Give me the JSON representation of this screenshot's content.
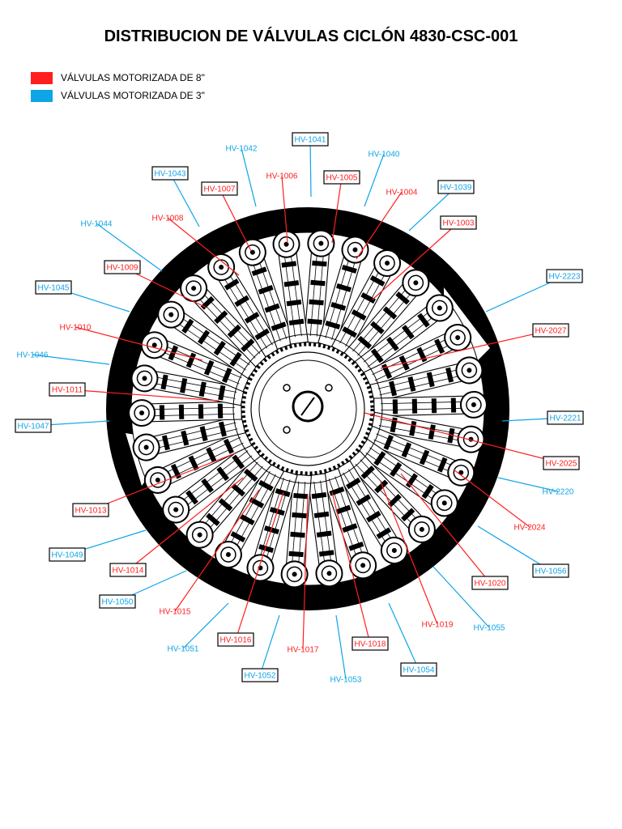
{
  "title": "DISTRIBUCION DE VÁLVULAS CICLÓN 4830-CSC-001",
  "colors": {
    "red": "#ff1f1f",
    "blue": "#0ea5e6",
    "dark": "#000000"
  },
  "legend": [
    {
      "label": "VÁLVULAS MOTORIZADA DE 8\"",
      "color": "#ff1f1f"
    },
    {
      "label": "VÁLVULAS MOTORIZADA DE 3\"",
      "color": "#0ea5e6"
    }
  ],
  "valves": [
    {
      "tag": "HV-1041",
      "type": "blue",
      "boxed": true
    },
    {
      "tag": "HV-1042",
      "type": "blue",
      "boxed": false
    },
    {
      "tag": "HV-1040",
      "type": "blue",
      "boxed": false
    },
    {
      "tag": "HV-1043",
      "type": "blue",
      "boxed": true
    },
    {
      "tag": "HV-1006",
      "type": "red",
      "boxed": false
    },
    {
      "tag": "HV-1005",
      "type": "red",
      "boxed": true
    },
    {
      "tag": "HV-1007",
      "type": "red",
      "boxed": true
    },
    {
      "tag": "HV-1004",
      "type": "red",
      "boxed": false
    },
    {
      "tag": "HV-1039",
      "type": "blue",
      "boxed": true
    },
    {
      "tag": "HV-1003",
      "type": "red",
      "boxed": true
    },
    {
      "tag": "HV-1008",
      "type": "red",
      "boxed": false
    },
    {
      "tag": "HV-1044",
      "type": "blue",
      "boxed": false
    },
    {
      "tag": "HV-1009",
      "type": "red",
      "boxed": true
    },
    {
      "tag": "HV-2223",
      "type": "blue",
      "boxed": true
    },
    {
      "tag": "HV-1045",
      "type": "blue",
      "boxed": true
    },
    {
      "tag": "HV-1010",
      "type": "red",
      "boxed": false
    },
    {
      "tag": "HV-2027",
      "type": "red",
      "boxed": true
    },
    {
      "tag": "HV-1046",
      "type": "blue",
      "boxed": false
    },
    {
      "tag": "HV-1011",
      "type": "red",
      "boxed": true
    },
    {
      "tag": "HV-1047",
      "type": "blue",
      "boxed": true
    },
    {
      "tag": "HV-2221",
      "type": "blue",
      "boxed": true
    },
    {
      "tag": "HV-2025",
      "type": "red",
      "boxed": true
    },
    {
      "tag": "HV-2220",
      "type": "blue",
      "boxed": false
    },
    {
      "tag": "HV-1013",
      "type": "red",
      "boxed": true
    },
    {
      "tag": "HV-2024",
      "type": "red",
      "boxed": false
    },
    {
      "tag": "HV-1049",
      "type": "blue",
      "boxed": true
    },
    {
      "tag": "HV-1056",
      "type": "blue",
      "boxed": true
    },
    {
      "tag": "HV-1014",
      "type": "red",
      "boxed": true
    },
    {
      "tag": "HV-1020",
      "type": "red",
      "boxed": true
    },
    {
      "tag": "HV-1050",
      "type": "blue",
      "boxed": true
    },
    {
      "tag": "HV-1015",
      "type": "red",
      "boxed": false
    },
    {
      "tag": "HV-1019",
      "type": "red",
      "boxed": false
    },
    {
      "tag": "HV-1055",
      "type": "blue",
      "boxed": false
    },
    {
      "tag": "HV-1051",
      "type": "blue",
      "boxed": false
    },
    {
      "tag": "HV-1016",
      "type": "red",
      "boxed": true
    },
    {
      "tag": "HV-1017",
      "type": "red",
      "boxed": false
    },
    {
      "tag": "HV-1018",
      "type": "red",
      "boxed": true
    },
    {
      "tag": "HV-1054",
      "type": "blue",
      "boxed": true
    },
    {
      "tag": "HV-1052",
      "type": "blue",
      "boxed": true
    },
    {
      "tag": "HV-1053",
      "type": "blue",
      "boxed": false
    }
  ]
}
